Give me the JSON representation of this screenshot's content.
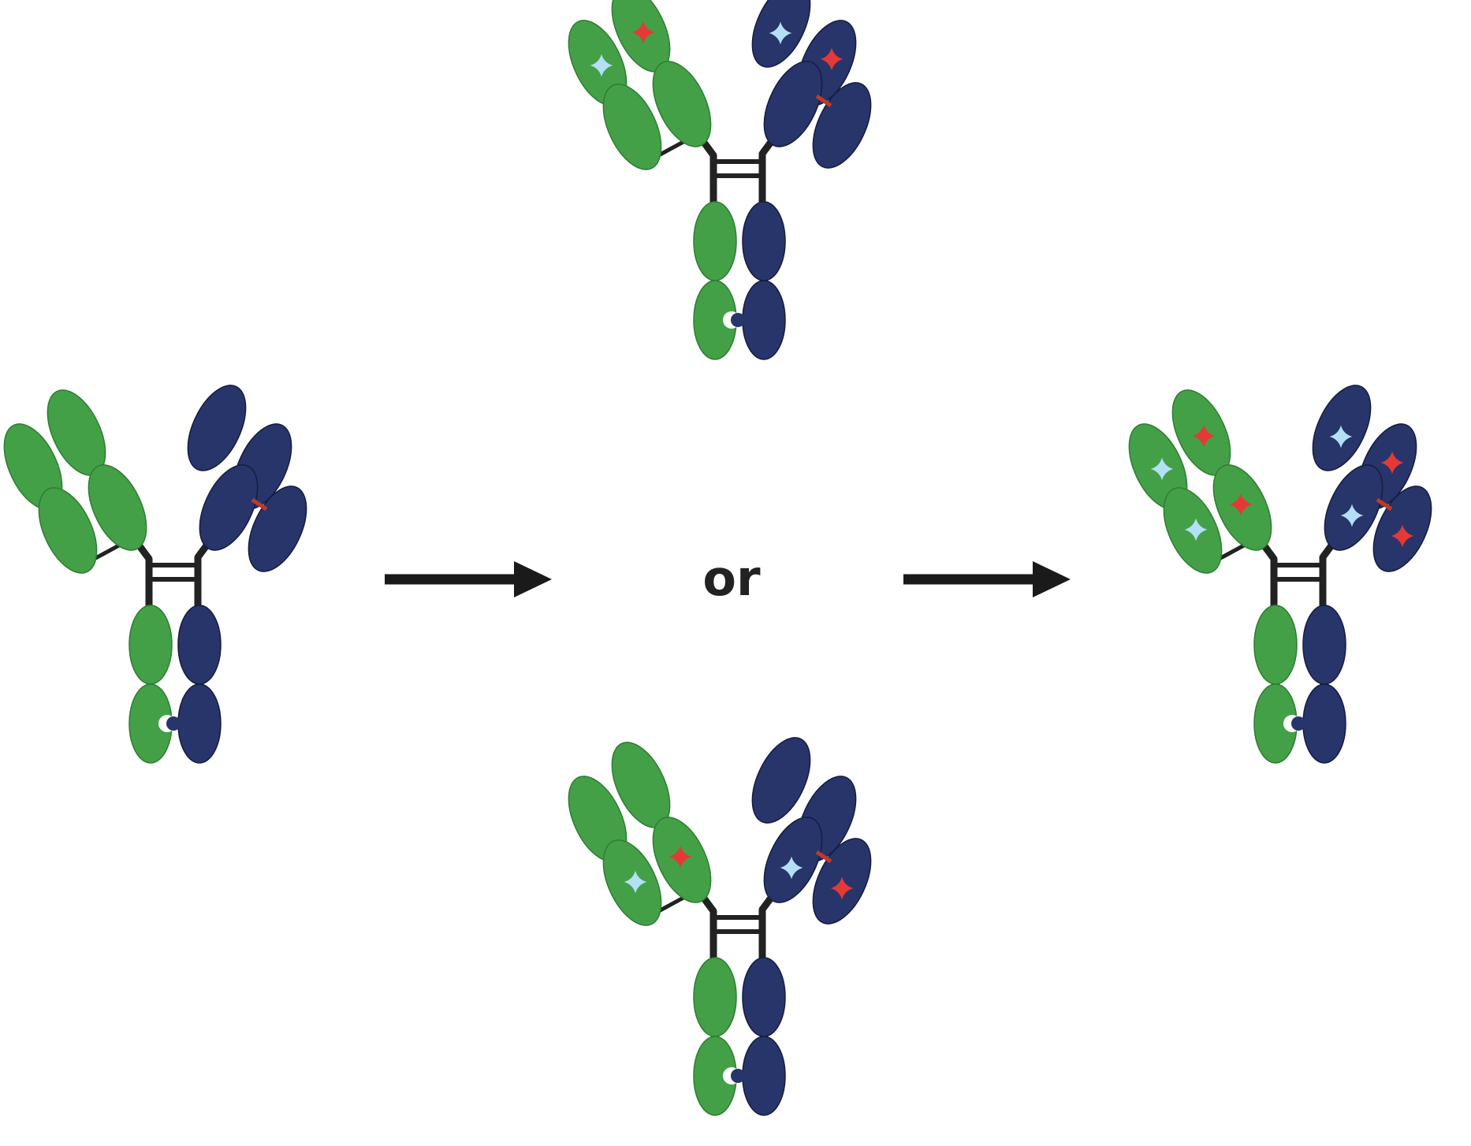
{
  "colors": {
    "heavy_chain_a": "#43A047",
    "heavy_chain_a_stroke": "#2E7D32",
    "heavy_chain_b": "#27356B",
    "heavy_chain_b_stroke": "#141D40",
    "linker": "#222222",
    "disulfide": "#C0392B",
    "star_red": "#E53935",
    "star_light": "#B3E0F7",
    "arrow": "#1a1a1a",
    "text": "#222222"
  },
  "labels": {
    "or": "or"
  },
  "antibodies": [
    {
      "id": "starting",
      "stars": "none"
    },
    {
      "id": "option-top",
      "stars": "variable-domains"
    },
    {
      "id": "option-bottom",
      "stars": "constant-domains"
    },
    {
      "id": "product",
      "stars": "all"
    }
  ]
}
